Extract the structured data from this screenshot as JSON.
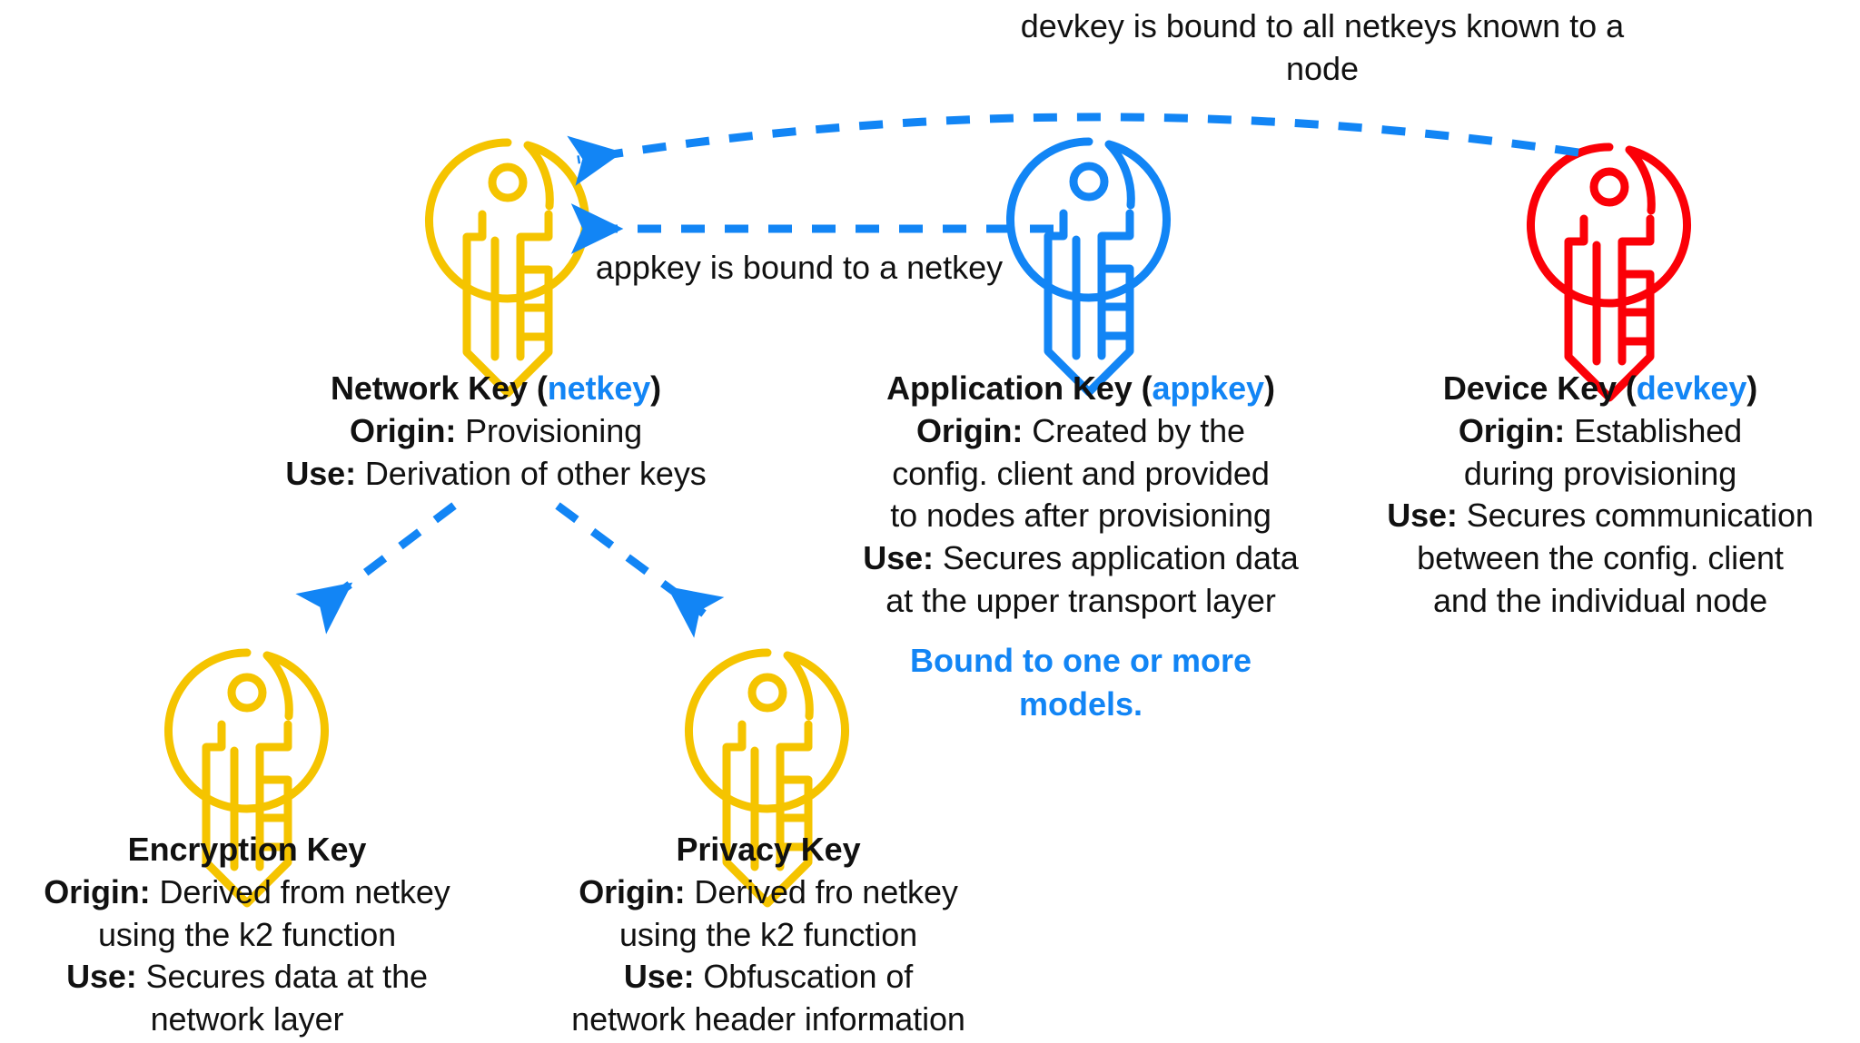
{
  "diagram": {
    "title": "Bluetooth Mesh Key Hierarchy",
    "background": "#ffffff",
    "colors": {
      "netkey_yellow": "#F5C400",
      "appkey_blue": "#1285F5",
      "devkey_red": "#FB0007",
      "arrow_blue": "#1285F5",
      "text_black": "#111111"
    }
  },
  "annotations": {
    "devkey_binding": {
      "line1": "devkey is bound to all",
      "line2": "netkeys known to a node"
    },
    "appkey_binding": {
      "line1": "appkey is bound to a netkey"
    },
    "models_note": {
      "line1": "Bound to one or",
      "line2": "more models."
    }
  },
  "keys": {
    "netkey": {
      "icon": "key-icon",
      "color": "#F5C400",
      "title_main": "Network Key (",
      "title_code": "netkey",
      "title_close": ")",
      "origin_label": "Origin:",
      "use_label": "Use:",
      "lines": [
        "Origin: Provisioning",
        "Use: Derivation of other keys"
      ],
      "origin_text": " Provisioning",
      "use_text": " Derivation of other keys"
    },
    "appkey": {
      "icon": "key-icon",
      "color": "#1285F5",
      "title_main": "Application Key (",
      "title_code": "appkey",
      "title_close": ")",
      "origin_label": "Origin:",
      "use_label": "Use:",
      "origin_line1": " Created by the",
      "origin_line2": "config. client and provided",
      "origin_line3": "to nodes after provisioning",
      "use_line1": " Secures application data",
      "use_line2": "at the upper transport layer"
    },
    "devkey": {
      "icon": "key-icon",
      "color": "#FB0007",
      "title_main": "Device  Key (",
      "title_code": "devkey",
      "title_close": ")",
      "origin_label": "Origin:",
      "use_label": "Use:",
      "origin_line1": " Established",
      "origin_line2": "during provisioning",
      "use_line1": " Secures communication",
      "use_line2": "between the config. client",
      "use_line3": "and the individual node"
    },
    "encryptionkey": {
      "icon": "key-icon",
      "color": "#F5C400",
      "title": "Encryption Key",
      "origin_label": "Origin:",
      "use_label": "Use:",
      "origin_line1": " Derived from netkey",
      "origin_line2": "using the k2 function",
      "use_line1": " Secures data at the",
      "use_line2": "network layer"
    },
    "privacykey": {
      "icon": "key-icon",
      "color": "#F5C400",
      "title": "Privacy Key",
      "origin_label": "Origin:",
      "use_label": "Use:",
      "origin_line1": " Derived fro netkey",
      "origin_line2": "using the k2 function",
      "use_line1": " Obfuscation of",
      "use_line2": "network header information"
    }
  },
  "arrows": [
    {
      "name": "devkey-to-netkey-arrow",
      "style": "dashed-curved",
      "from": "devkey",
      "to": "netkey",
      "color": "#1285F5"
    },
    {
      "name": "appkey-to-netkey-arrow",
      "style": "dashed-straight",
      "from": "appkey",
      "to": "netkey",
      "color": "#1285F5"
    },
    {
      "name": "netkey-to-encryptionkey-arrow",
      "style": "dashed-straight",
      "from": "netkey",
      "to": "encryptionkey",
      "color": "#1285F5"
    },
    {
      "name": "netkey-to-privacykey-arrow",
      "style": "dashed-straight",
      "from": "netkey",
      "to": "privacykey",
      "color": "#1285F5"
    }
  ]
}
